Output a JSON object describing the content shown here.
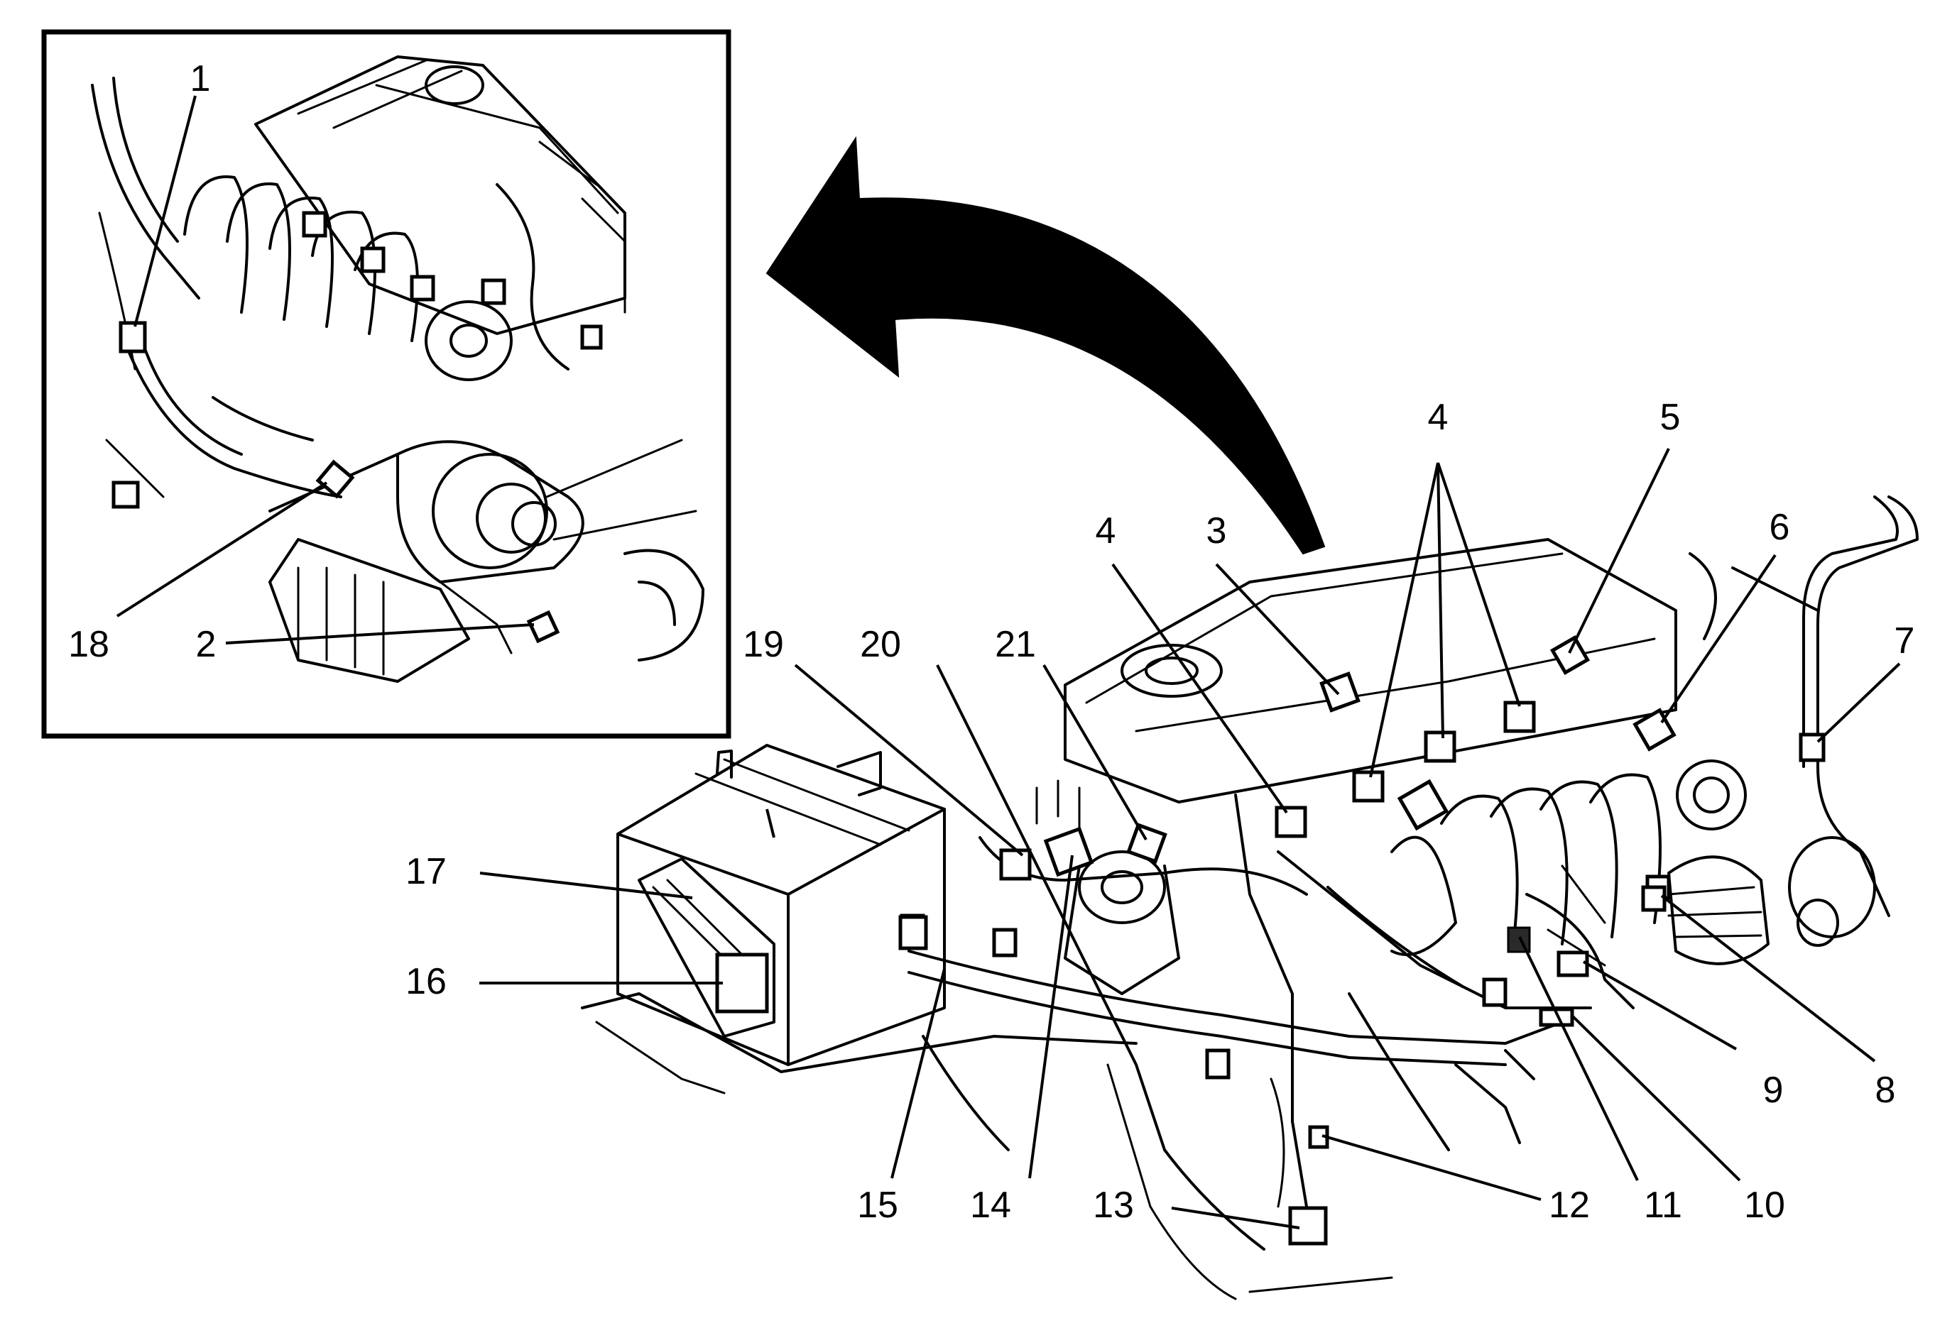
{
  "callouts": {
    "c1": "1",
    "c2": "2",
    "c3": "3",
    "c4": "4",
    "c4b": "4",
    "c5": "5",
    "c6": "6",
    "c7": "7",
    "c8": "8",
    "c9": "9",
    "c10": "10",
    "c11": "11",
    "c12": "12",
    "c13": "13",
    "c14": "14",
    "c15": "15",
    "c16": "16",
    "c17": "17",
    "c18": "18",
    "c19": "19",
    "c20": "20",
    "c21": "21"
  },
  "colors": {
    "line": "#000000",
    "background": "#ffffff",
    "connector_fill": "#2a2a2a"
  }
}
